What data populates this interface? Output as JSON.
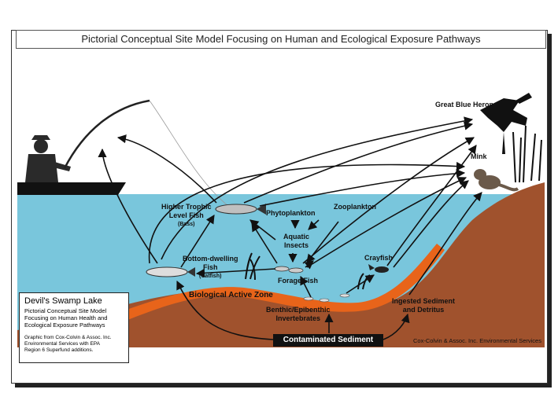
{
  "title": "Pictorial Conceptual Site Model Focusing on Human and Ecological Exposure Pathways",
  "labels": {
    "heron": "Great Blue Heron",
    "mink": "Mink",
    "higher_fish": "Higher Trophic",
    "higher_fish_2": "Level Fish",
    "higher_fish_sub": "(Bass)",
    "phytoplankton": "Phytoplankton",
    "zooplankton": "Zooplankton",
    "aquatic_insects": "Aquatic",
    "aquatic_insects_2": "Insects",
    "bottom_fish": "Bottom-dwelling",
    "bottom_fish_2": "Fish",
    "bottom_fish_sub": "(Catfish)",
    "crayfish": "Crayfish",
    "forage_fish": "Forage Fish",
    "bio_zone": "Biological Active Zone",
    "benthic": "Benthic/Epibenthic",
    "benthic_2": "Invertebrates",
    "ingested": "Ingested Sediment",
    "ingested_2": "and Detritus",
    "contaminated": "Contaminated Sediment",
    "credit": "Cox-Colvin & Assoc. Inc. Environmental Services"
  },
  "legend": {
    "heading": "Devil's Swamp Lake",
    "desc_1": "Pictorial Conceptual Site Model",
    "desc_2": "Focusing on Human Health and",
    "desc_3": "Ecological Exposure Pathways",
    "credit_1": "Graphic from Cox-Colvin & Assoc. Inc.",
    "credit_2": "Environmental Services with EPA",
    "credit_3": "Region 6 Superfund additions."
  },
  "colors": {
    "water": "#79c6dc",
    "sediment": "#a0522d",
    "active_zone": "#e8641a",
    "arrow": "#111111"
  }
}
